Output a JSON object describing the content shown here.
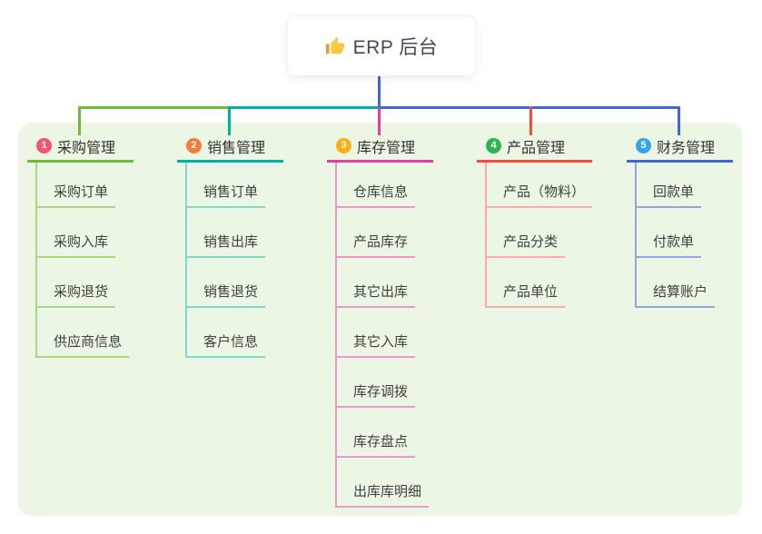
{
  "canvas": {
    "background": "#ffffff",
    "panel_background": "#ebf6e5"
  },
  "root": {
    "icon": "thumbs-up-icon",
    "label": "ERP 后台",
    "stem_color": "#4565d6"
  },
  "branches": [
    {
      "badge": "1",
      "label": "采购管理",
      "badge_color": "#f45374",
      "color": "#74b63e",
      "child_color": "#abd584",
      "children": [
        "采购订单",
        "采购入库",
        "采购退货",
        "供应商信息"
      ]
    },
    {
      "badge": "2",
      "label": "销售管理",
      "badge_color": "#f67d36",
      "color": "#00b0a2",
      "child_color": "#82d6cc",
      "children": [
        "销售订单",
        "销售出库",
        "销售退货",
        "客户信息"
      ]
    },
    {
      "badge": "3",
      "label": "库存管理",
      "badge_color": "#feae12",
      "color": "#df3f9f",
      "child_color": "#f096c8",
      "children": [
        "仓库信息",
        "产品库存",
        "其它出库",
        "其它入库",
        "库存调拨",
        "库存盘点",
        "出库库明细"
      ]
    },
    {
      "badge": "4",
      "label": "产品管理",
      "badge_color": "#2cb652",
      "color": "#f84b40",
      "child_color": "#fcaaa2",
      "children": [
        "产品（物料）",
        "产品分类",
        "产品单位"
      ]
    },
    {
      "badge": "5",
      "label": "财务管理",
      "badge_color": "#35a5e8",
      "color": "#4166d5",
      "child_color": "#93a5e3",
      "children": [
        "回款单",
        "付款单",
        "结算账户"
      ]
    }
  ]
}
